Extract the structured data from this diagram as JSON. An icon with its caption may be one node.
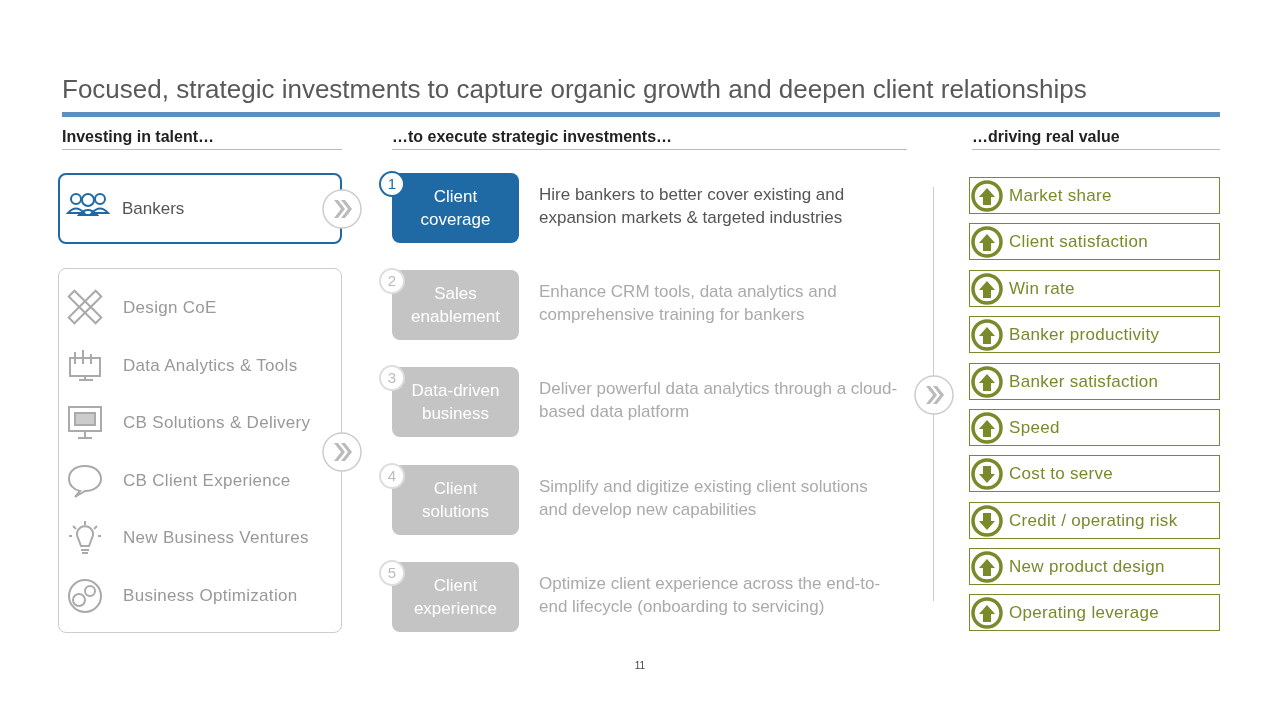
{
  "diagram": {
    "title": "Focused, strategic investments to capture organic growth and deepen client relationships",
    "nodes": [
      {
        "text": [
          "Bankers"
        ]
      },
      {
        "text": [],
        "shape": "box"
      },
      {
        "text": [
          "Design CoE"
        ],
        "in": 1
      },
      {
        "text": [
          "Data Analytics & Tools"
        ],
        "in": 1
      },
      {
        "text": [
          "CB Solutions & Delivery"
        ],
        "in": 1
      },
      {
        "text": [
          "CB Client Experience"
        ],
        "in": 1
      },
      {
        "text": [
          "New Business Ventures"
        ],
        "in": 1
      },
      {
        "text": [
          "Business Optimization"
        ],
        "in": 1
      },
      {
        "text": [
          "1",
          "Client coverage"
        ],
        "beside": [
          "Hire bankers to better cover existing and expansion markets & targeted industries"
        ]
      },
      {
        "text": [
          "2",
          "Sales enablement"
        ],
        "beside": [
          "Enhance CRM tools, data analytics and comprehensive training for bankers"
        ]
      },
      {
        "text": [
          "3",
          "Data-driven business"
        ],
        "beside": [
          "Deliver powerful data analytics through a cloud-based data platform"
        ]
      },
      {
        "text": [
          "4",
          "Client solutions"
        ],
        "beside": [
          "Simplify and digitize existing client solutions and develop new capabilities"
        ]
      },
      {
        "text": [
          "5",
          "Client experience"
        ],
        "beside": [
          "Optimize client experience across the end-to-end lifecycle (onboarding to servicing)"
        ]
      },
      {
        "text": [
          "Market share"
        ]
      },
      {
        "text": [
          "Client satisfaction"
        ]
      },
      {
        "text": [
          "Win rate"
        ]
      },
      {
        "text": [
          "Banker productivity"
        ]
      },
      {
        "text": [
          "Banker satisfaction"
        ]
      },
      {
        "text": [
          "Speed"
        ]
      },
      {
        "text": [
          "Cost to serve"
        ]
      },
      {
        "text": [
          "Credit / operating risk"
        ]
      },
      {
        "text": [
          "New product design"
        ]
      },
      {
        "text": [
          "Operating leverage"
        ]
      }
    ],
    "edges": [],
    "labels": [
      "Investing in talent…",
      "…to execute strategic investments…",
      "…driving real value",
      "11"
    ]
  }
}
